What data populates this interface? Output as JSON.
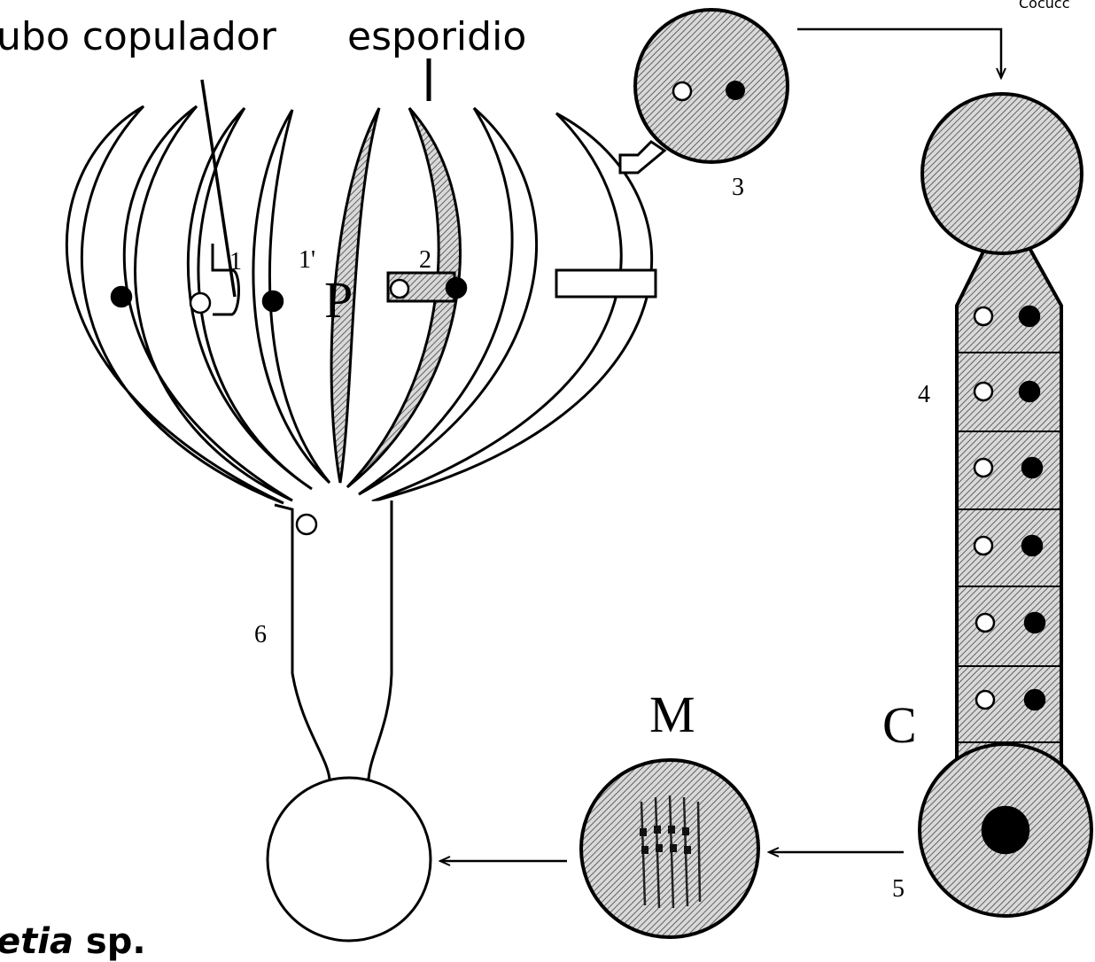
{
  "labels": {
    "tubo_copulador": "ubo copulador",
    "esporidio": "esporidio",
    "credit": "Cocucc",
    "stage_1": "1",
    "stage_1b": "1'",
    "stage_P": "P",
    "stage_2": "2",
    "stage_3": "3",
    "stage_4": "4",
    "stage_5": "5",
    "stage_6": "6",
    "stage_C": "C",
    "stage_M": "M",
    "species_genus": "etia",
    "species_sp": "sp."
  },
  "colors": {
    "ink": "#000000",
    "hatch": "#7a7a7a",
    "background": "#ffffff"
  }
}
